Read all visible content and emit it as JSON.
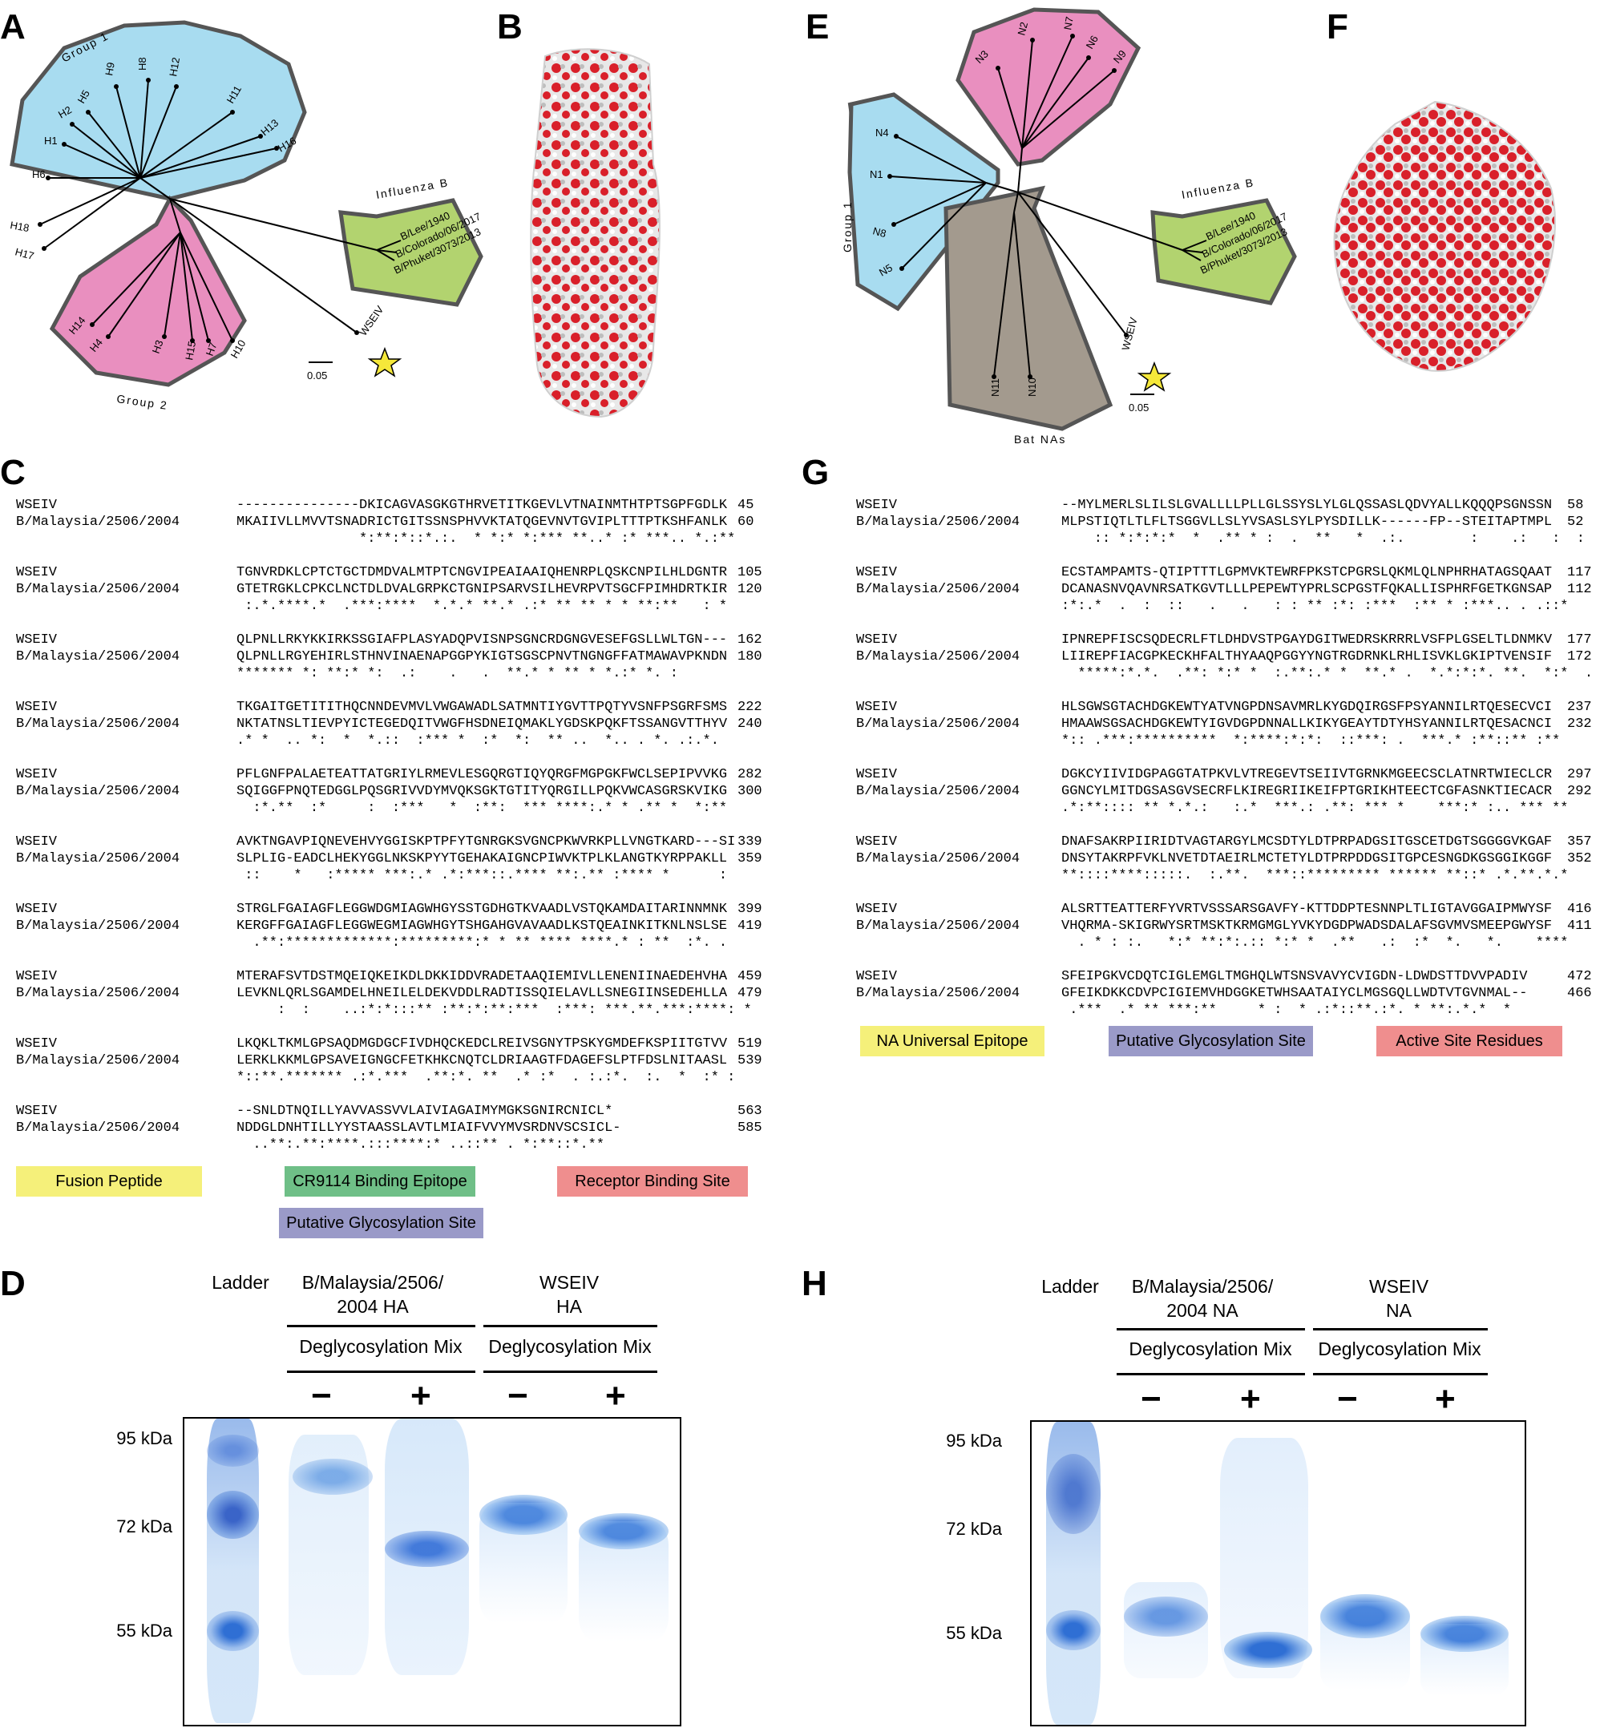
{
  "panel_labels": {
    "a": "A",
    "b": "B",
    "c": "C",
    "d": "D",
    "e": "E",
    "f": "F",
    "g": "G",
    "h": "H"
  },
  "tree_ha": {
    "group1_label": "Group 1",
    "group2_label": "Group 2",
    "influenza_b_label": "Influenza B",
    "leaves_group1": [
      "H9",
      "H8",
      "H12",
      "H5",
      "H2",
      "H11",
      "H13",
      "H16",
      "H1",
      "H6",
      "H18",
      "H17"
    ],
    "leaves_group2": [
      "H14",
      "H4",
      "H3",
      "H15",
      "H7",
      "H10"
    ],
    "leaves_b": [
      "B/Lee/1940",
      "B/Colorado/06/2017",
      "B/Phuket/3073/2013"
    ],
    "wseiv_label": "WSEIV",
    "scale": "0.05"
  },
  "tree_na": {
    "group1_label": "Group 1",
    "influenza_b_label": "Influenza B",
    "bat_label": "Bat NAs",
    "leaves_group2": [
      "N3",
      "N2",
      "N7",
      "N6",
      "N9"
    ],
    "leaves_group1": [
      "N4",
      "N1",
      "N8",
      "N5"
    ],
    "leaves_bat": [
      "N11",
      "N10"
    ],
    "leaves_b": [
      "B/Lee/1940",
      "B/Colorado/06/2017",
      "B/Phuket/3073/2013"
    ],
    "wseiv_label": "WSEIV",
    "scale": "0.05"
  },
  "alignment_ha": {
    "blocks": [
      {
        "r1": {
          "name": "WSEIV",
          "seq": "---------------DKICAGVASGKGTHRVETITKGEVLVTNAINMTHTPTSGPFGDLK",
          "num": "45"
        },
        "r2": {
          "name": "B/Malaysia/2506/2004",
          "seq": "MKAIIVLLMVVTSNADRICTGITSSNSPHVVKTATQGEVNVTGVIPLTTTPTKSHFANLK",
          "num": "60"
        },
        "cons": "               *:**:*::*.:.  * *:* *:*** **..* :* ***.. *.:**"
      },
      {
        "r1": {
          "name": "WSEIV",
          "seq": "TGNVRDKLCPTCTGCTDMDVALMTPTCNGVIPEAIAAIQHENRPLQSKCNPILHLDGNTR",
          "num": "105"
        },
        "r2": {
          "name": "B/Malaysia/2506/2004",
          "seq": "GTETRGKLCPKCLNCTDLDVALGRPKCTGNIPSARVSILHEVRPVTSGCFPIMHDRTKIR",
          "num": "120"
        },
        "cons": " :.*.****.*  .***:****  *.*.* **.* .:* ** ** * * **:**   : *"
      },
      {
        "r1": {
          "name": "WSEIV",
          "seq": "QLPNLLRKYKKIRKSSGIAFPLASYADQPVISNPSGNCRDGNGVESEFGSLLWLTGN---",
          "num": "162"
        },
        "r2": {
          "name": "B/Malaysia/2506/2004",
          "seq": "QLPNLLRGYEHIRLSTHNVINAENAPGGPYKIGTSGSCPNVTNGNGFFATMAWAVPKNDN",
          "num": "180"
        },
        "cons": "******* *: **:* *:  .:    .   .  **.* * ** * *.:* *. :      "
      },
      {
        "r1": {
          "name": "WSEIV",
          "seq": "TKGAITGETITITHQCNNDEVMVLVWGAWADLSATMNTIYGVTTPQTYVSNFPSGRFSMS",
          "num": "222"
        },
        "r2": {
          "name": "B/Malaysia/2506/2004",
          "seq": "NKTATNSLTIEVPYICTEGEDQITVWGFHSDNEIQMAKLYGDSKPQKFTSSANGVTTHYV",
          "num": "240"
        },
        "cons": ".* *  .. *:  *  *.::  :*** *  :*  *:  ** ..  *.. . *. .:.*. "
      },
      {
        "r1": {
          "name": "WSEIV",
          "seq": "PFLGNFPALAETEATTATGRIYLRMEVLESGQRGTIQYQRGFMGPGKFWCLSEPIPVVKG",
          "num": "282"
        },
        "r2": {
          "name": "B/Malaysia/2506/2004",
          "seq": "SQIGGFPNQTEDGGLPQSGRIVVDYMVQKSGKTGTITYQRGILLPQKVWCASGRSKVIKG",
          "num": "300"
        },
        "cons": "  :*.**  :*     :  :***   *  :**:  *** ****:.* * .** *  *:**"
      },
      {
        "r1": {
          "name": "WSEIV",
          "seq": "AVKTNGAVPIQNEVEHVYGGISKPTPFYTGNRGKSVGNCPKWVRKPLLVNGTKARD---SI",
          "num": "339"
        },
        "r2": {
          "name": "B/Malaysia/2506/2004",
          "seq": "SLPLIG-EADCLHEKYGGLNKSKPYYTGEHAKAIGNCPIWVKTPLKLANGTKYRPPAKLL",
          "num": "359"
        },
        "cons": " ::    *   :***** ***:.* .*:***::.**** **:.** :**** *      :"
      },
      {
        "r1": {
          "name": "WSEIV",
          "seq": "STRGLFGAIAGFLEGGWDGMIAGWHGYSSTGDHGTKVAADLVSTQKAMDAITARINNMNK",
          "num": "399"
        },
        "r2": {
          "name": "B/Malaysia/2506/2004",
          "seq": "KERGFFGAIAGFLEGGWEGMIAGWHGYTSHGAHGVAVAADLKSTQEAINKITKNLNSLSE",
          "num": "419"
        },
        "cons": "  .**:*************:*********:* * ** **** ****.* : **  :*. . "
      },
      {
        "r1": {
          "name": "WSEIV",
          "seq": "MTERAFSVTDSTMQEIQKEIKDLDKKIDDVRADETAAQIEMIVLLENENIINAEDEHVHA",
          "num": "459"
        },
        "r2": {
          "name": "B/Malaysia/2506/2004",
          "seq": "LEVKNLQRLSGAMDELHNEILELDEKVDDLRADTISSQIELAVLLSNEGIINSEDEHLLA",
          "num": "479"
        },
        "cons": "     :  :    ..:*:*:::** :**:*:**:***  :***: ***.**.***:****: *"
      },
      {
        "r1": {
          "name": "WSEIV",
          "seq": "LKQKLTKMLGPSAQDMGDGCFIVDHQCKEDCLREIVSGNYTPSKYGMDEFKSPIITGTVV",
          "num": "519"
        },
        "r2": {
          "name": "B/Malaysia/2506/2004",
          "seq": "LERKLKKMLGPSAVEIGNGCFETKHKCNQTCLDRIAAGTFDAGEFSLPTFDSLNITAASL",
          "num": "539"
        },
        "cons": "*::**.******* .:*.***  .**:*. **  .* :*  . :.:*.  :.  *  :* :"
      },
      {
        "r1": {
          "name": "WSEIV",
          "seq": "--SNLDTNQILLYAVVASSVVLAIVIAGAIMYMGKSGNIRCNICL*",
          "num": "563"
        },
        "r2": {
          "name": "B/Malaysia/2506/2004",
          "seq": "NDDGLDNHTILLYYSTAASSLAVTLMIAIFVVYMVSRDNVSCSICL-",
          "num": "585"
        },
        "cons": "  ..**:.**:****.:::****:* ..::** . *:**::*.**"
      }
    ]
  },
  "alignment_na": {
    "blocks": [
      {
        "r1": {
          "name": "WSEIV",
          "seq": "--MYLMERLSLILSLGVALLLLPLLGLSSYSLYLGLQSSASLQDVYALLKQQQPSGNSSN",
          "num": "58"
        },
        "r2": {
          "name": "B/Malaysia/2506/2004",
          "seq": "MLPSTIQTLTLFLTSGGVLLSLYVSASLSYLPYSDILLK------FP--STEITAPTMPL",
          "num": "52"
        },
        "cons": "    :: *:*:*:*  *  .** * :  .  **   *  .:.        :    .:   :  :"
      },
      {
        "r1": {
          "name": "WSEIV",
          "seq": "ECSTAMPAMTS-QTIPTTTLGPMVKTEWRFPKSTCPGRSLQKMLQLNPHRHATAGSQAAT",
          "num": "117"
        },
        "r2": {
          "name": "B/Malaysia/2506/2004",
          "seq": "DCANASNVQAVNRSATKGVTLLLPEPEWTYPRLSCPGSTFQKALLISPHRFGETKGNSAP",
          "num": "112"
        },
        "cons": ":*:.*  .  :  ::   .   .   : : ** :*: :***  :** * :***.. . .::*"
      },
      {
        "r1": {
          "name": "WSEIV",
          "seq": "IPNREPFISCSQDECRLFTLDHDVSTPGAYDGITWEDRSKRRRLVSFPLGSELTLDNMKV",
          "num": "177"
        },
        "r2": {
          "name": "B/Malaysia/2506/2004",
          "seq": "LIIREPFIACGPKECKHFALTHYAAQPGGYYNGTRGDRNKLRHLISVKLGKIPTVENSIF",
          "num": "172"
        },
        "cons": "  *****:*.*.  .**: *:* *  :.**:.* *  **.* .  *.*:*:*. **.  *:*  ."
      },
      {
        "r1": {
          "name": "WSEIV",
          "seq": "HLSGWSGTACHDGKEWTYATVNGPDNSAVMRLKYGDQIRGSFPSYANNILRTQESECVCI",
          "num": "237"
        },
        "r2": {
          "name": "B/Malaysia/2506/2004",
          "seq": "HMAAWSGSACHDGKEWTYIGVDGPDNNALLKIKYGEAYTDTYHSYANNILRTQESACNCI",
          "num": "232"
        },
        "cons": "*:: .***:**********  *:****:*:*:  ::***: .  ***.* :**::** :**"
      },
      {
        "r1": {
          "name": "WSEIV",
          "seq": "DGKCYIIVIDGPAGGTATPKVLVTREGEVTSEIIVTGRNKMGEECSCLATNRTWIECLCR",
          "num": "297"
        },
        "r2": {
          "name": "B/Malaysia/2506/2004",
          "seq": "GGNCYLMITDGSASGVSECRFLKIREGRIIKEIFPTGRIKHTEECTCGFASNKTIECACR",
          "num": "292"
        },
        "cons": ".*:**:::: ** *.*.:   :.*  ***.: .**: *** *    ***:* :.. *** **"
      },
      {
        "r1": {
          "name": "WSEIV",
          "seq": "DNAFSAKRPIIRIDTVAGTARGYLMCSDTYLDTPRPADGSITGSCETDGTSGGGGVKGAF",
          "num": "357"
        },
        "r2": {
          "name": "B/Malaysia/2506/2004",
          "seq": "DNSYTAKRPFVKLNVETDTAEIRLMCTETYLDTPRPDDGSITGPCESNGDKGSGGIKGGF",
          "num": "352"
        },
        "cons": "**::::****:::::.  :.**.  ***::********* ****** **::* .*.**.*.*"
      },
      {
        "r1": {
          "name": "WSEIV",
          "seq": "ALSRTTEATTERFYVRTVSSSARSGAVFY-KTTDDPTESNNPLTLIGTAVGGAIPMWYSF",
          "num": "416"
        },
        "r2": {
          "name": "B/Malaysia/2506/2004",
          "seq": "VHQRMA-SKIGRWYSRTMSKTKRMGMGLYVKYDGDPWADSDALAFSGVMVSMEEPGWYSF",
          "num": "411"
        },
        "cons": "  . * : :.   *:* **:*:.:: *:* *  .**   .:  :*  *.   *.    ****"
      },
      {
        "r1": {
          "name": "WSEIV",
          "seq": "SFEIPGKVCDQTCIGLEMGLTMGHQLWTSNSVAVYCVIGDN-LDWDSTTDVVPADIV",
          "num": "472"
        },
        "r2": {
          "name": "B/Malaysia/2506/2004",
          "seq": "GFEIKDKKCDVPCIGIEMVHDGGKETWHSAATAIYCLMGSGQLLWDTVTGVNMAL--",
          "num": "466"
        },
        "cons": " .***  .* ** ***:**     * :  * .:*::**.:*. * **:.*.*  *"
      }
    ]
  },
  "legend_ha": {
    "fusion": "Fusion Peptide",
    "cr9114": "CR9114 Binding Epitope",
    "receptor": "Receptor Binding Site",
    "glyco": "Putative Glycosylation Site"
  },
  "legend_na": {
    "universal": "NA Universal Epitope",
    "glyco": "Putative Glycosylation Site",
    "active": "Active Site Residues"
  },
  "colors": {
    "group_blue": "#a8dcf0",
    "group_pink": "#e98fbf",
    "influenza_b_green": "#b2d36f",
    "bat_gray": "#a39a8e",
    "glyco_purple": "#9a9ac8",
    "receptor_red": "#ef8e8e",
    "fusion_yellow": "#f5f07a",
    "epitope_green": "#6fbf87",
    "gel_band_blue": "#2f6fd4",
    "protein_red": "#d9202a"
  },
  "gel_ha": {
    "ladder": "Ladder",
    "sample1": "B/Malaysia/2506/\n2004 HA",
    "sample2": "WSEIV\nHA",
    "deglyco": "Deglycosylation Mix",
    "minus": "−",
    "plus": "+",
    "markers": [
      "95 kDa",
      "72 kDa",
      "55 kDa"
    ]
  },
  "gel_na": {
    "ladder": "Ladder",
    "sample1": "B/Malaysia/2506/\n2004 NA",
    "sample2": "WSEIV\nNA",
    "deglyco": "Deglycosylation Mix",
    "minus": "−",
    "plus": "+",
    "markers": [
      "95 kDa",
      "72 kDa",
      "55 kDa"
    ]
  }
}
